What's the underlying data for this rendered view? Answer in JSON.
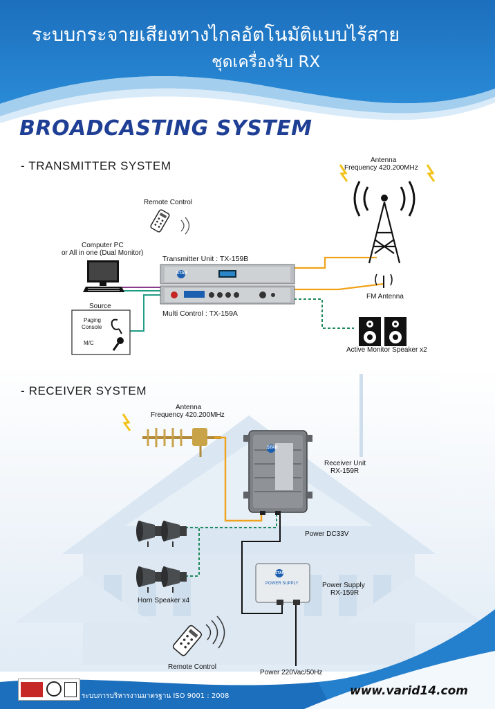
{
  "header": {
    "title_line1": "ระบบกระจายเสียงทางไกลอัตโนมัติแบบไร้สาย",
    "title_line2": "ชุดเครื่องรับ RX"
  },
  "main_heading": "BROADCASTING SYSTEM",
  "transmitter": {
    "section_title": "- TRANSMITTER SYSTEM",
    "remote_control": "Remote Control",
    "computer_line1": "Computer PC",
    "computer_line2": "or All in one (Dual Monitor)",
    "transmitter_unit": "Transmitter Unit : TX-159B",
    "multi_control": "Multi Control : TX-159A",
    "source": "Source",
    "paging_line1": "Paging",
    "paging_line2": "Console",
    "mic": "M/C",
    "antenna_line1": "Antenna",
    "antenna_line2": "Frequency 420.200MHz",
    "fm_antenna": "FM Antenna",
    "monitor_speaker": "Active Monitor Speaker x2",
    "device_brand": "STAR"
  },
  "receiver": {
    "section_title": "- RECEIVER SYSTEM",
    "antenna_line1": "Antenna",
    "antenna_line2": "Frequency 420.200MHz",
    "receiver_line1": "Receiver Unit",
    "receiver_line2": "RX-159R",
    "power_dc": "Power DC33V",
    "horn_speaker": "Horn Speaker x4",
    "power_supply_line1": "Power Supply",
    "power_supply_line2": "RX-159R",
    "power_supply_box_label": "POWER SUPPLY",
    "remote_control": "Remote Control",
    "power_ac": "Power 220Vac/50Hz",
    "device_brand": "STAR"
  },
  "footer": {
    "iso_text": "ระบบการบริหารงานมาตรฐาน ISO 9001 : 2008",
    "website": "www.varid14.com"
  },
  "colors": {
    "header_blue": "#1f73c2",
    "heading_blue": "#1f3f95",
    "cable_orange": "#f0a21a",
    "cable_teal": "#1f9c86",
    "cable_black": "#111111",
    "cable_dotted_green": "#1f8a5a"
  }
}
